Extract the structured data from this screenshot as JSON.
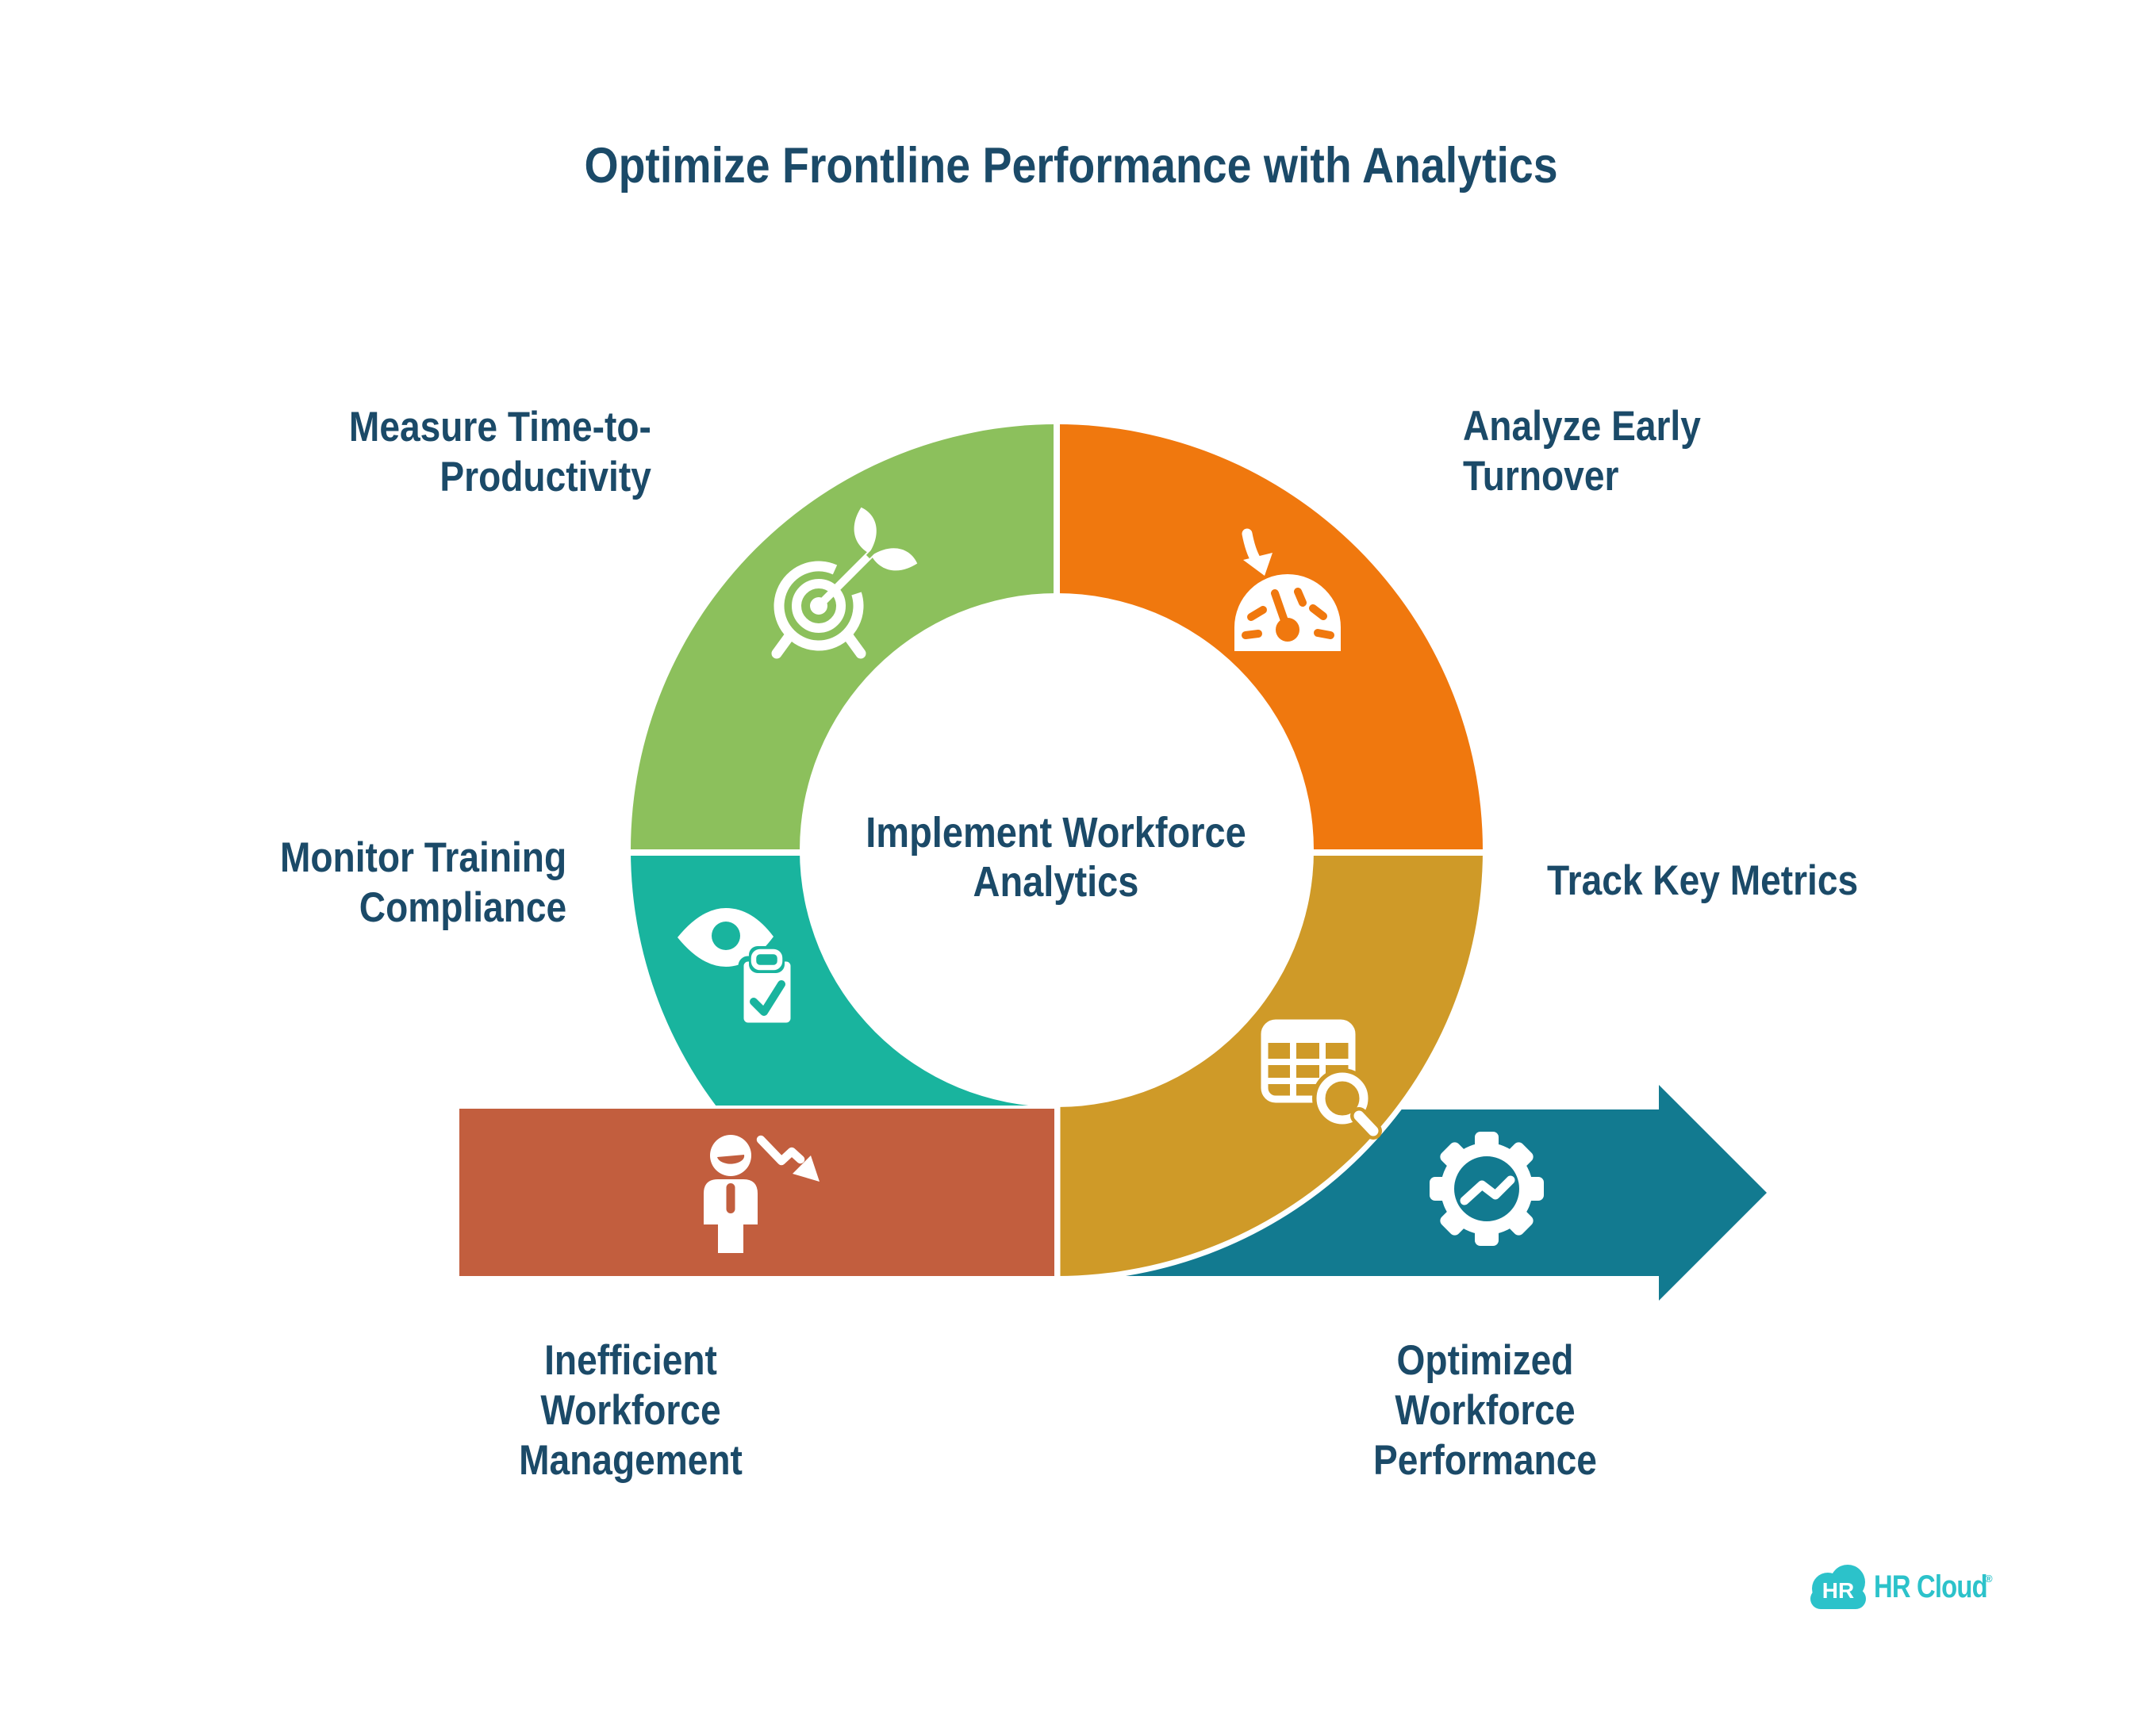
{
  "title": "Optimize Frontline Performance with Analytics",
  "center": {
    "label": "Implement Workforce\nAnalytics"
  },
  "steps": [
    {
      "id": "measure",
      "label": "Measure Time-to-\nProductivity",
      "color": "#8CC05C",
      "icon": "target-dart-icon"
    },
    {
      "id": "analyze",
      "label": "Analyze Early\nTurnover",
      "color": "#F0780E",
      "icon": "gauge-icon"
    },
    {
      "id": "monitor",
      "label": "Monitor Training\nCompliance",
      "color": "#19B49E",
      "icon": "eye-clipboard-icon"
    },
    {
      "id": "track",
      "label": "Track Key Metrics",
      "color": "#CF9A28",
      "icon": "table-search-icon"
    },
    {
      "id": "inefficient",
      "label": "Inefficient\nWorkforce\nManagement",
      "color": "#C25E3E",
      "icon": "person-decline-icon"
    },
    {
      "id": "optimized",
      "label": "Optimized\nWorkforce\nPerformance",
      "color": "#127A90",
      "icon": "gear-trend-icon"
    }
  ],
  "logo": {
    "badge_text": "HR",
    "brand_text": "HR Cloud",
    "registered_mark": "®",
    "color": "#2CC2CA"
  },
  "palette": {
    "background": "#FFFFFF",
    "text": "#1B4A68",
    "green": "#8CC05C",
    "orange": "#F0780E",
    "teal": "#19B49E",
    "gold": "#CF9A28",
    "terracotta": "#C25E3E",
    "blue": "#127A90",
    "logo_teal": "#2CC2CA"
  }
}
